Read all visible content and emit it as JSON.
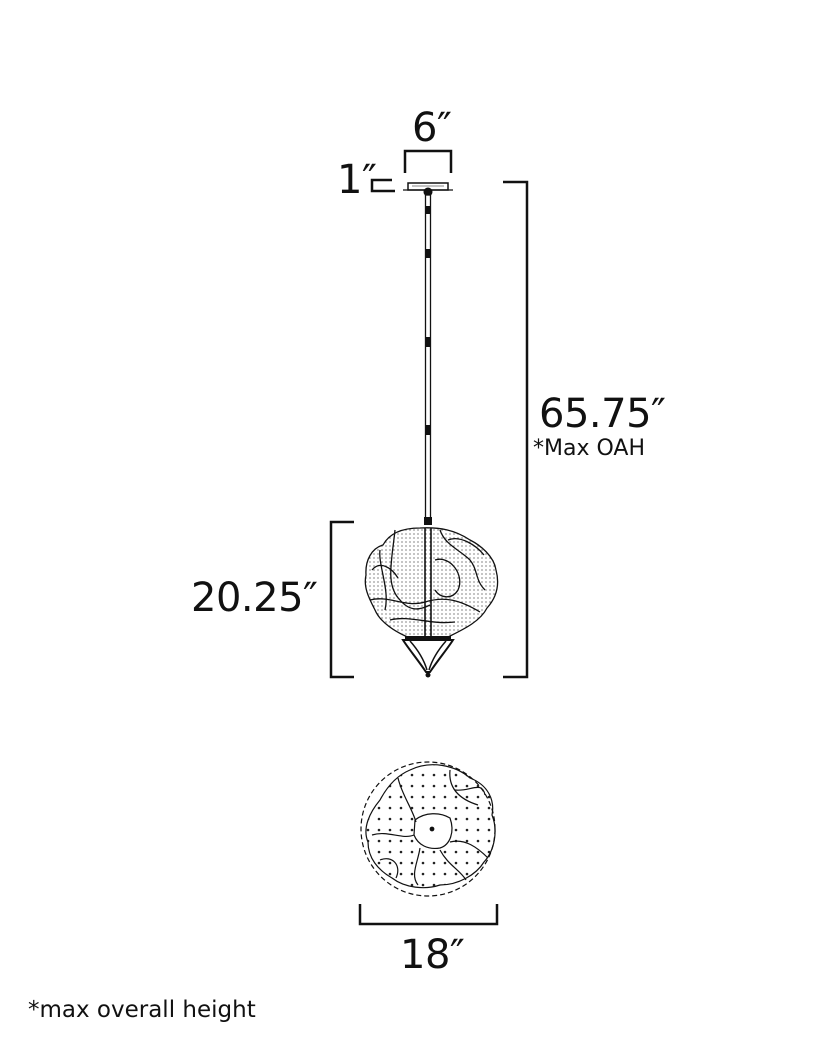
{
  "diagram": {
    "type": "product dimension drawing",
    "subject": "pendant light fixture with irregular crumpled perforated shade",
    "views": [
      "side elevation",
      "bottom view"
    ],
    "colors": {
      "line": "#111111",
      "background": "#ffffff"
    }
  },
  "dimensions": {
    "canopy_width": {
      "label": "6″",
      "value_in": 6
    },
    "canopy_height": {
      "label": "1″",
      "value_in": 1
    },
    "overall_height": {
      "label": "65.75″",
      "value_in": 65.75,
      "note": "*Max OAH"
    },
    "shade_height": {
      "label": "20.25″",
      "value_in": 20.25
    },
    "shade_diameter": {
      "label": "18″",
      "value_in": 18
    }
  },
  "footnote": "*max overall height"
}
